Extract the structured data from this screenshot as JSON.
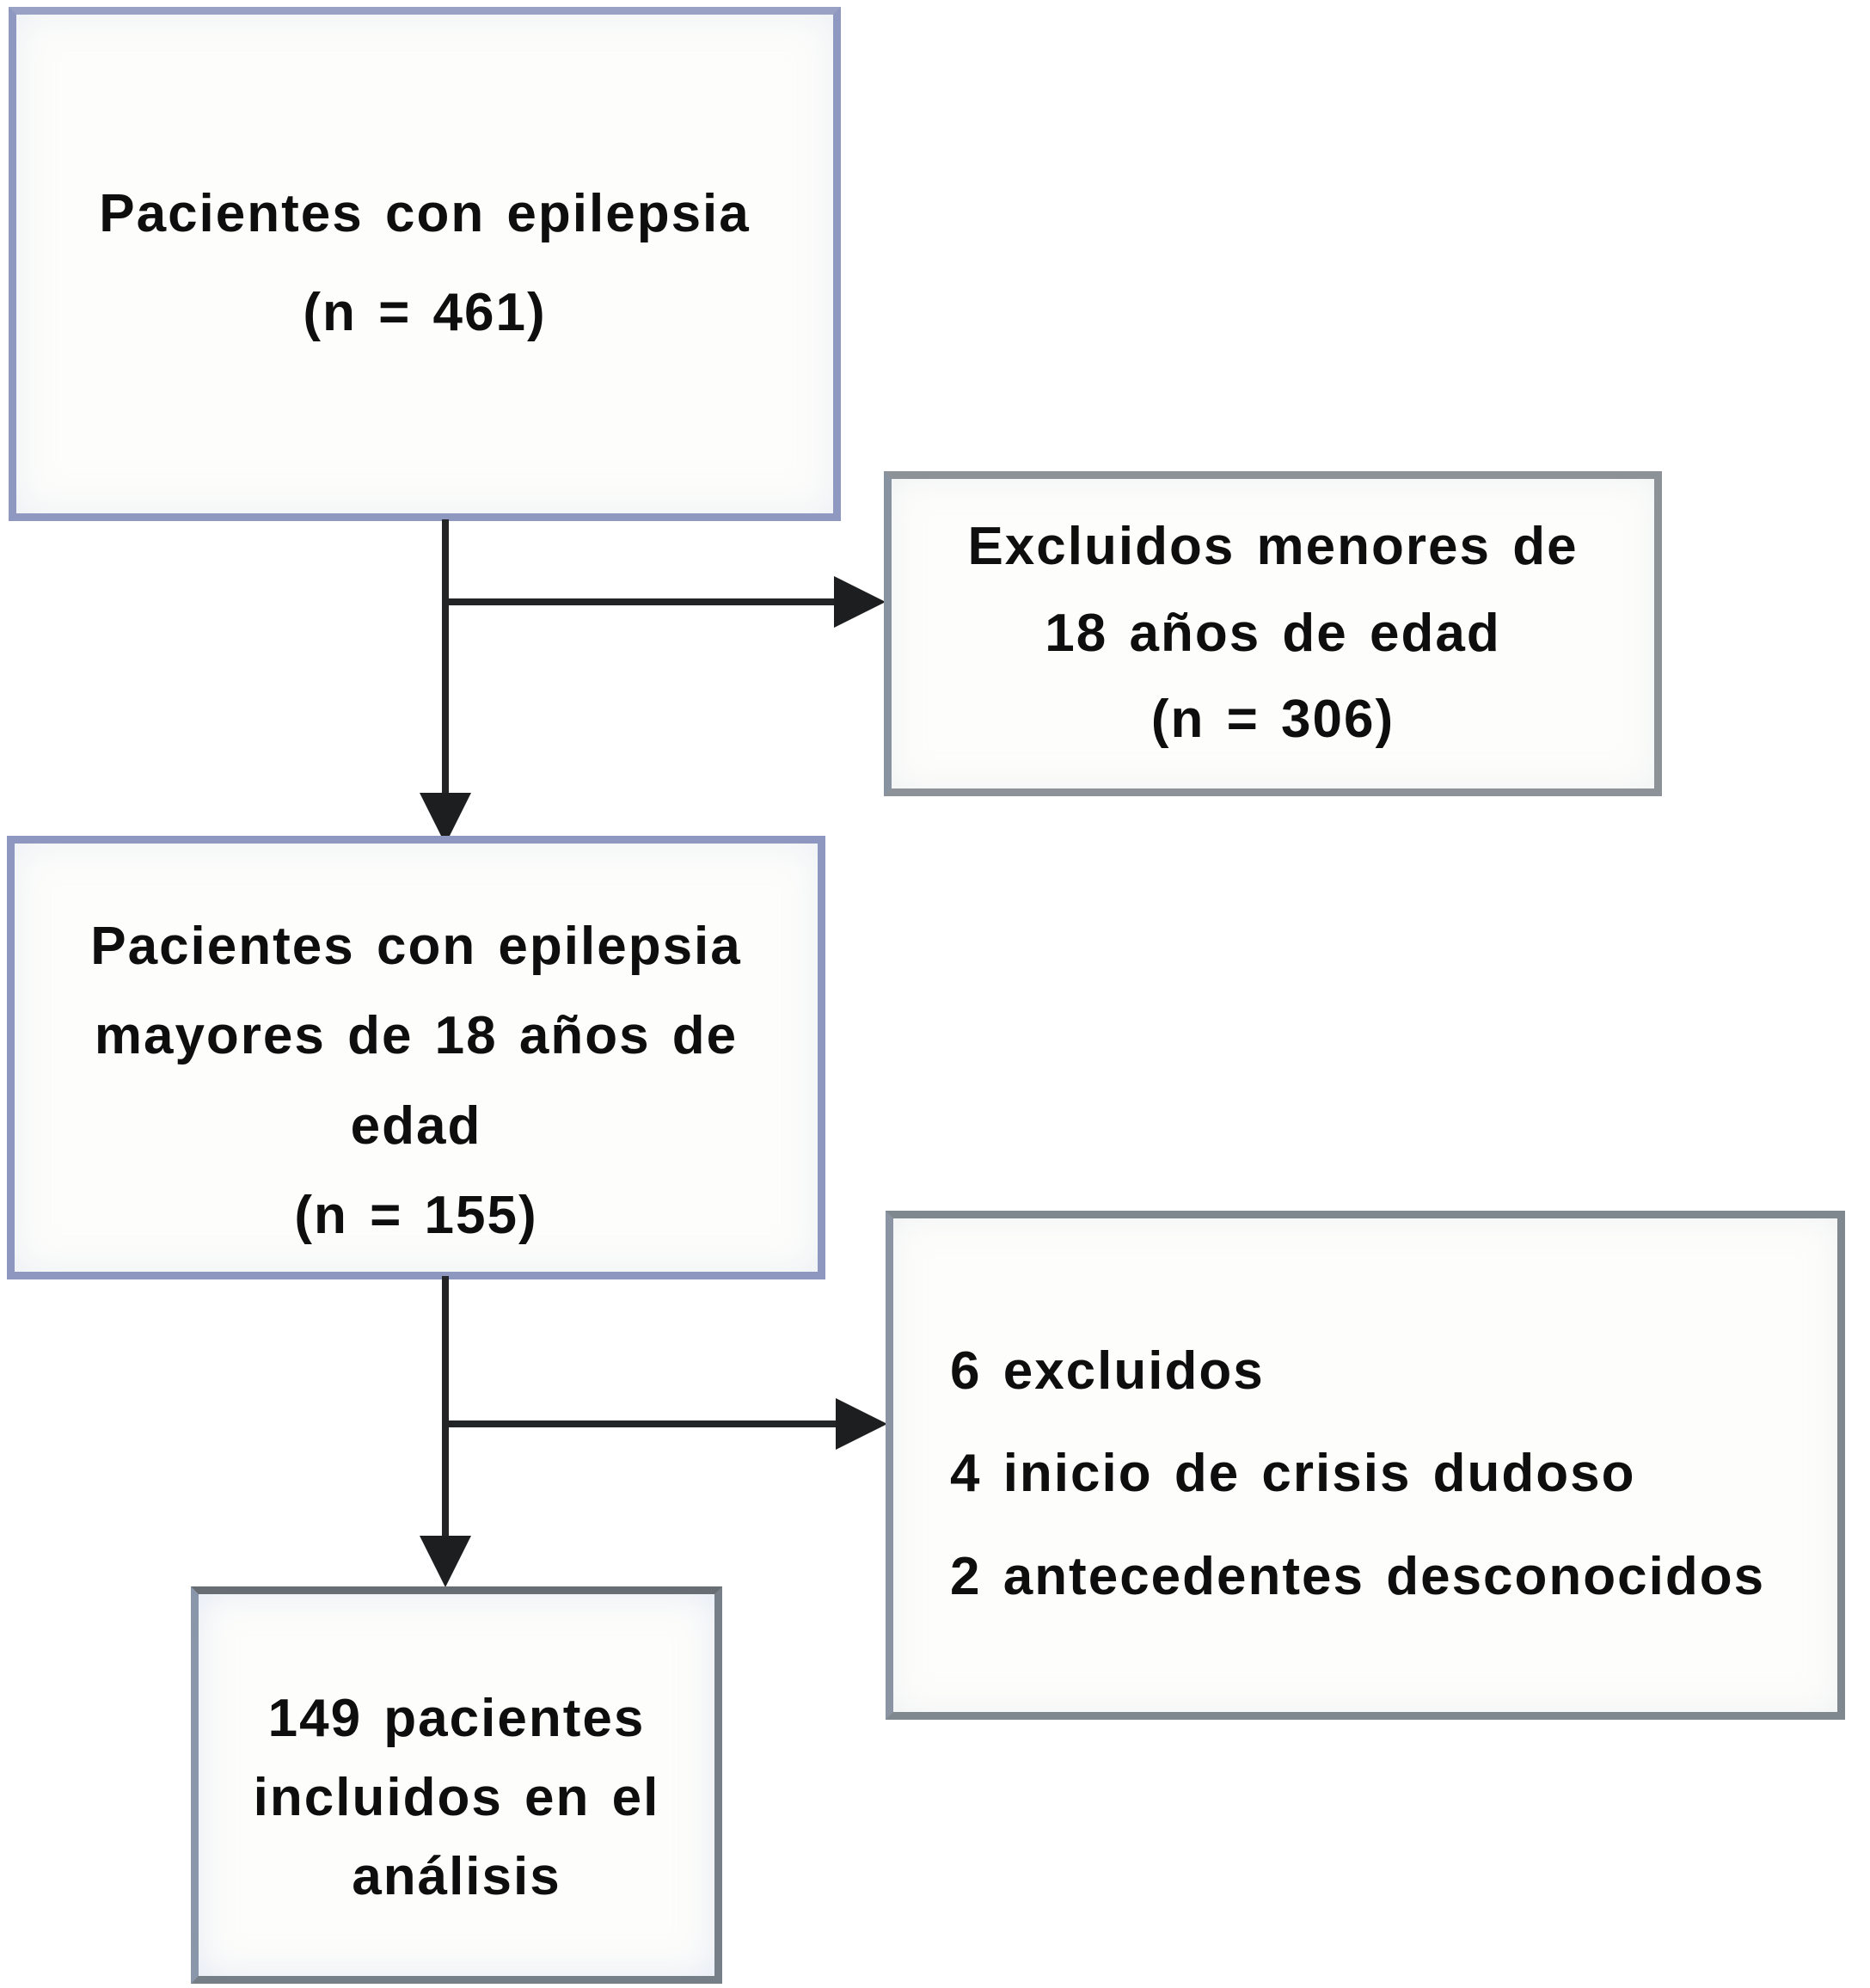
{
  "figure": {
    "type": "flowchart",
    "language": "es",
    "nodes": {
      "patients_all": {
        "lines": [
          "Pacientes con epilepsia",
          "(n = 461)"
        ]
      },
      "excluded_minors": {
        "lines": [
          "Excluidos menores de",
          "18 años de edad",
          "(n = 306)"
        ]
      },
      "patients_adults": {
        "lines": [
          "Pacientes con epilepsia",
          "mayores de 18 años de",
          "edad",
          "(n = 155)"
        ]
      },
      "exclusions_detail": {
        "lines": [
          "6 excluidos",
          "4 inicio de crisis dudoso",
          "2 antecedentes desconocidos"
        ]
      },
      "included_analysis": {
        "lines": [
          "149 pacientes",
          "incluidos en el",
          "análisis"
        ]
      }
    },
    "colors": {
      "blue_box_border": "#8e98c0",
      "gray_box_border": "#8d9298",
      "dark_gray_border": "#767f88",
      "arrow": "#1c1e20",
      "text": "#0e0e0e",
      "background": "#ffffff"
    }
  }
}
